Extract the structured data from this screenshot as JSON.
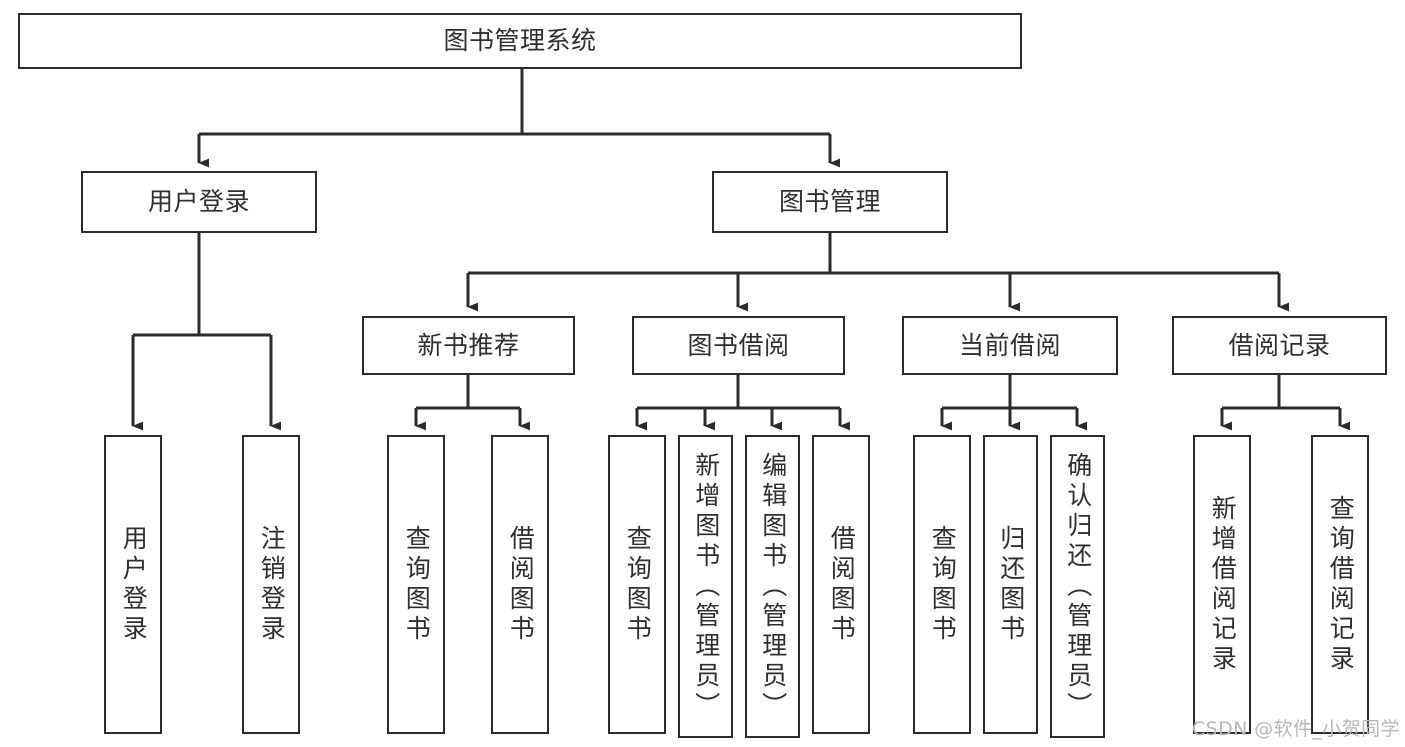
{
  "diagram": {
    "title": "图书管理系统",
    "type": "hierarchy-tree",
    "colors": {
      "background": "#ffffff",
      "box_border": "#2b2b2b",
      "text": "#2f2f33",
      "connector": "#2b2b2b",
      "watermark": "#b8b8b8"
    },
    "levels": {
      "root": {
        "label": "图书管理系统"
      },
      "level2": [
        {
          "label": "用户登录"
        },
        {
          "label": "图书管理"
        }
      ],
      "level3": [
        {
          "label": "新书推荐"
        },
        {
          "label": "图书借阅"
        },
        {
          "label": "当前借阅"
        },
        {
          "label": "借阅记录"
        }
      ],
      "leaves": {
        "user_login": [
          {
            "label": "用户登录"
          },
          {
            "label": "注销登录"
          }
        ],
        "new_book_recommend": [
          {
            "label": "查询图书"
          },
          {
            "label": "借阅图书"
          }
        ],
        "book_borrow": [
          {
            "label": "查询图书"
          },
          {
            "label": "新增图书（管理员）"
          },
          {
            "label": "编辑图书（管理员）"
          },
          {
            "label": "借阅图书"
          }
        ],
        "current_borrow": [
          {
            "label": "查询图书"
          },
          {
            "label": "归还图书"
          },
          {
            "label": "确认归还（管理员）"
          }
        ],
        "borrow_record": [
          {
            "label": "新增借阅记录"
          },
          {
            "label": "查询借阅记录"
          }
        ]
      }
    },
    "watermark": "CSDN @软件_小贺同学"
  }
}
